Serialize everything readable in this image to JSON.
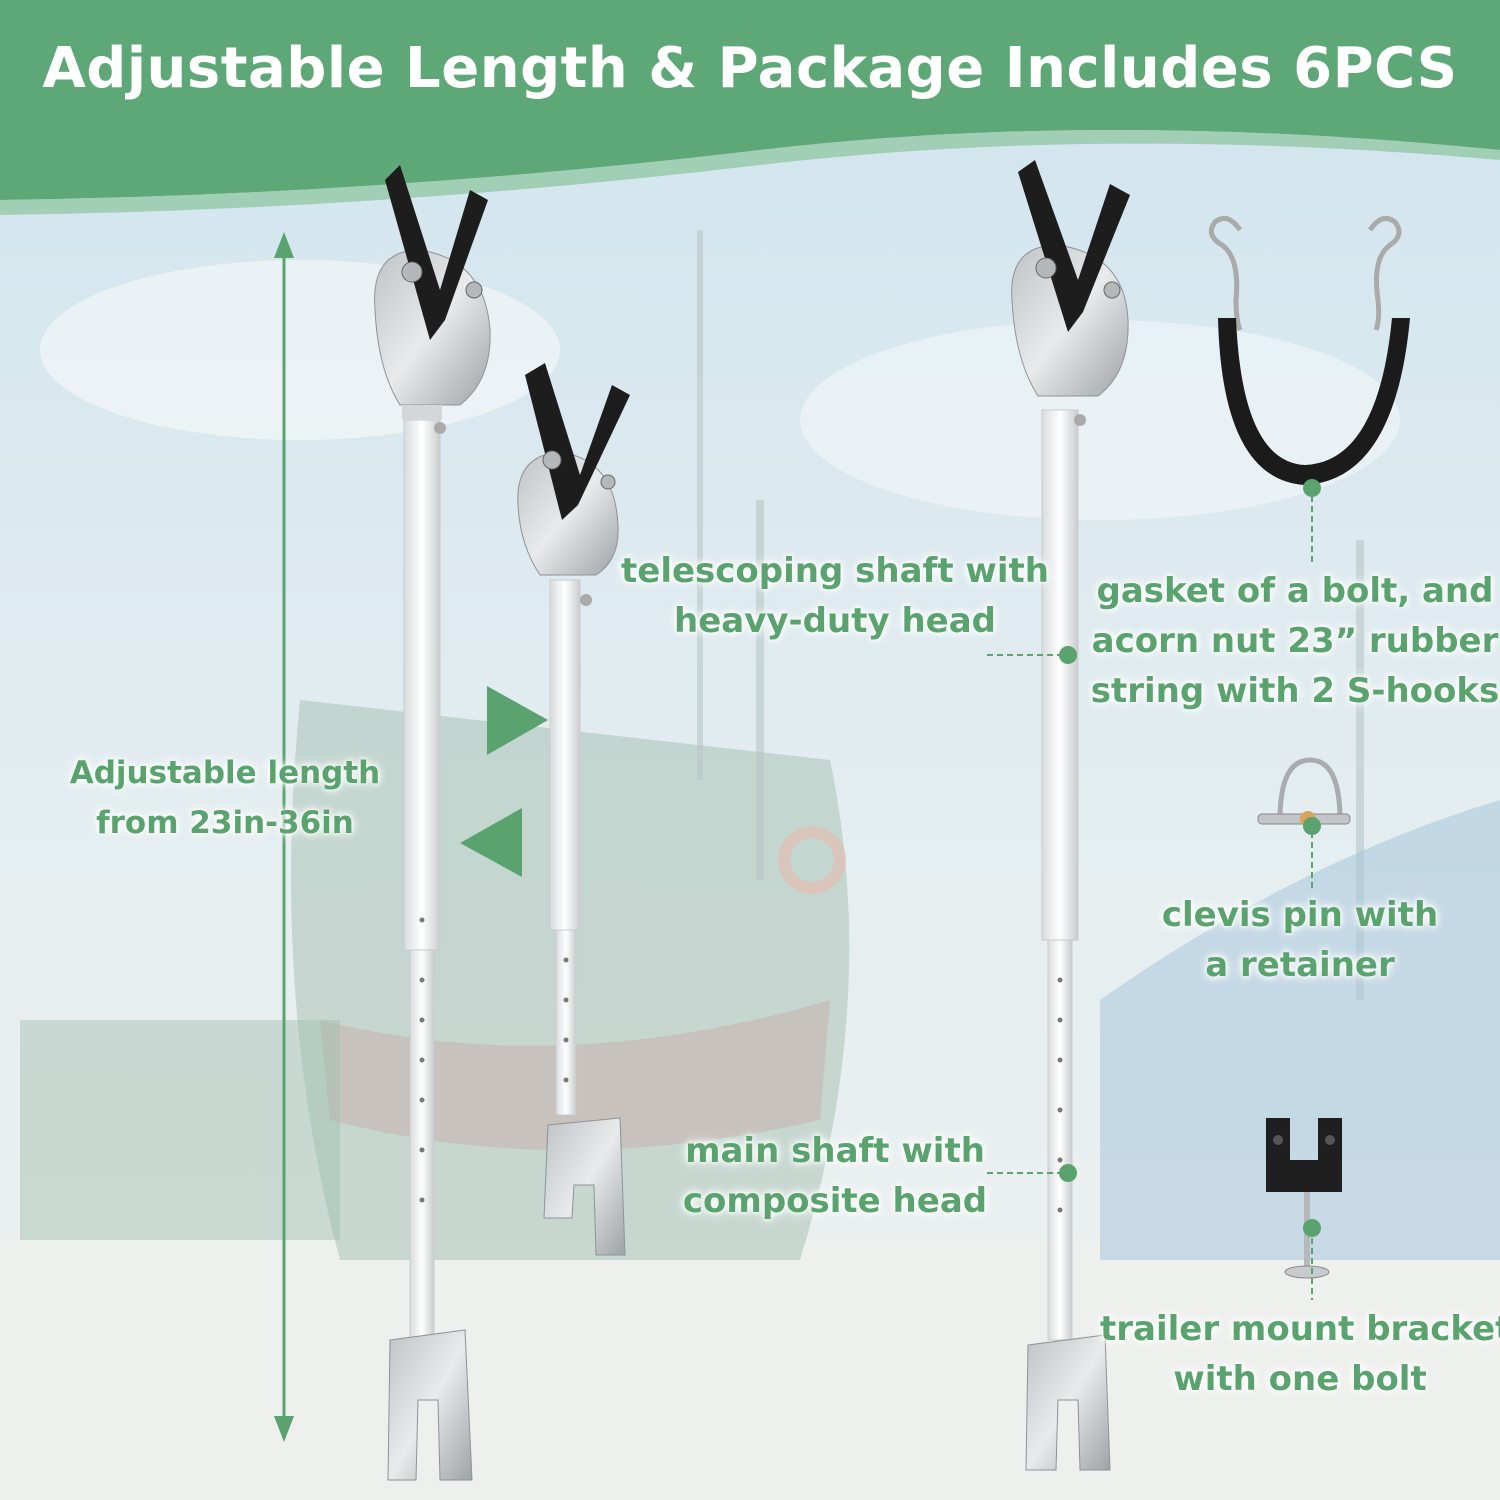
{
  "banner": {
    "title": "Adjustable Length & Package Includes 6PCS",
    "color": "#5ea877"
  },
  "accent_color": "#5aa36f",
  "labels": {
    "adjustable_line1": "Adjustable length",
    "adjustable_line2": "from 23in-36in",
    "telescoping_line1": "telescoping shaft with",
    "telescoping_line2": "heavy-duty head",
    "main_shaft_line1": "main shaft with",
    "main_shaft_line2": "composite head",
    "gasket_line1": "gasket of a bolt, and",
    "gasket_line2": "acorn nut 23” rubber",
    "gasket_line3": "string with 2 S-hooks",
    "clevis_line1": "clevis pin with",
    "clevis_line2": "a retainer",
    "trailer_line1": "trailer mount bracket",
    "trailer_line2": "with one bolt"
  },
  "icons": [
    "double-arrow-icon",
    "play-right-icon",
    "play-left-icon",
    "s-hook-icon",
    "clevis-pin-icon",
    "bracket-icon"
  ]
}
